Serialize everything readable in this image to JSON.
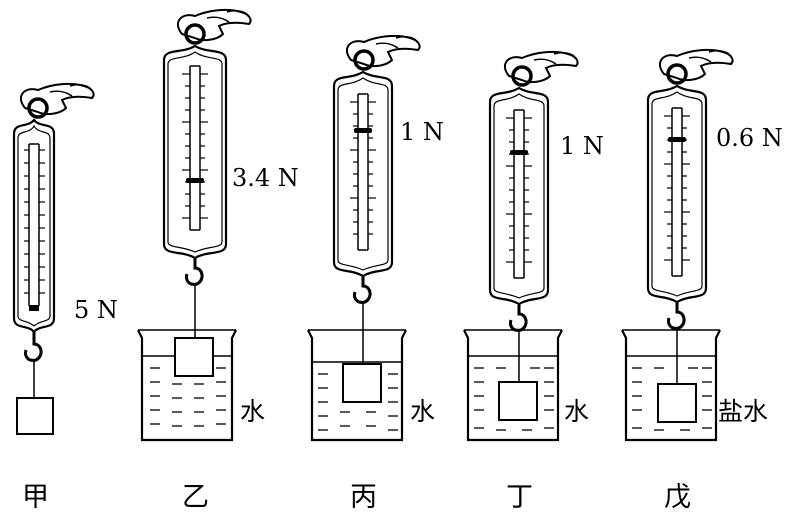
{
  "panels": [
    {
      "id": "jia",
      "label": "甲",
      "reading": "5 N",
      "liquid": ""
    },
    {
      "id": "yi",
      "label": "乙",
      "reading": "3.4 N",
      "liquid": "水"
    },
    {
      "id": "bing",
      "label": "丙",
      "reading": "1 N",
      "liquid": "水"
    },
    {
      "id": "ding",
      "label": "丁",
      "reading": "1 N",
      "liquid": "水"
    },
    {
      "id": "wu",
      "label": "戊",
      "reading": "0.6 N",
      "liquid": "盐水"
    }
  ],
  "colors": {
    "ink": "#000000",
    "paper": "#ffffff"
  }
}
